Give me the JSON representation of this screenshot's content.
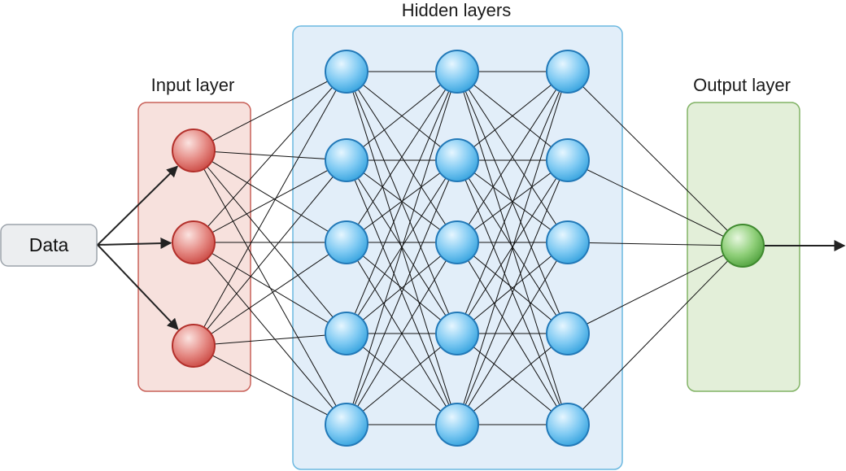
{
  "diagram": {
    "input_block": {
      "label": "Data"
    },
    "layers": [
      {
        "id": "input",
        "title": "Input layer",
        "nodes": 3,
        "color": "#d9534f"
      },
      {
        "id": "hidden-1",
        "title": "Hidden layers",
        "nodes": 5,
        "color": "#4aa3df"
      },
      {
        "id": "hidden-2",
        "title": "",
        "nodes": 5,
        "color": "#4aa3df"
      },
      {
        "id": "hidden-3",
        "title": "",
        "nodes": 5,
        "color": "#4aa3df"
      },
      {
        "id": "output",
        "title": "Output layer",
        "nodes": 1,
        "color": "#5cb85c"
      }
    ],
    "colors": {
      "input_panel_fill": "#f7e1dd",
      "input_panel_stroke": "#c9625a",
      "hidden_panel_fill": "#e2eef9",
      "hidden_panel_stroke": "#6bb8e0",
      "output_panel_fill": "#e3efd9",
      "output_panel_stroke": "#82b366",
      "data_block_fill": "#eceef0",
      "data_block_stroke": "#9ca3ab"
    }
  }
}
